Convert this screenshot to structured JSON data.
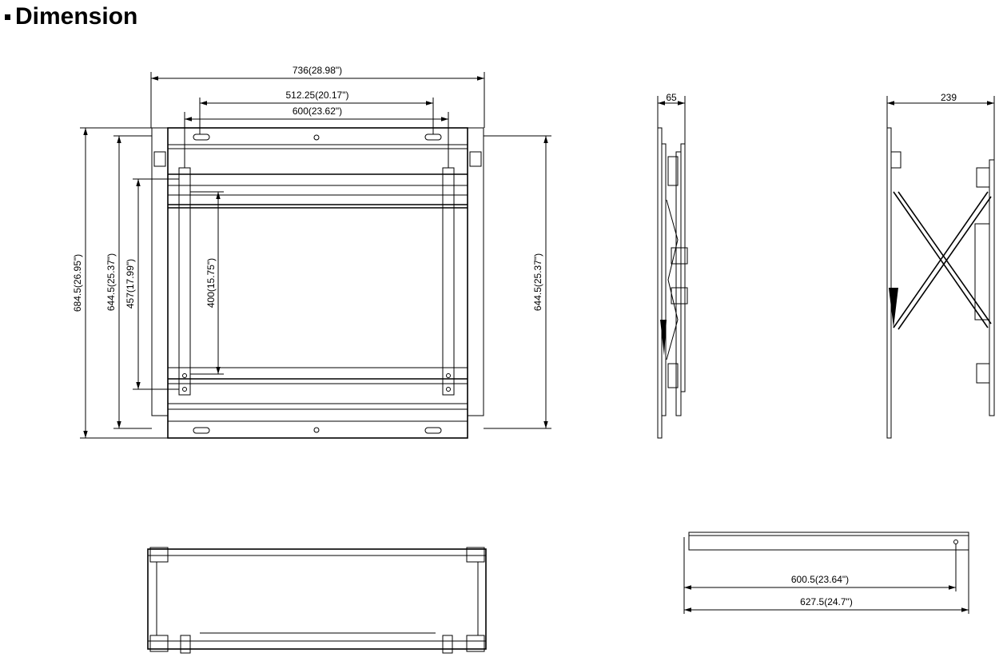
{
  "header": {
    "title": "Dimension"
  },
  "dims": {
    "overall_width": "736(28.98\")",
    "hole_span_outer": "512.25(20.17\")",
    "hole_span_inner": "600(23.62\")",
    "overall_height": "684.5(26.95\")",
    "frame_height_left": "644.5(25.37\")",
    "frame_height_right": "644.5(25.37\")",
    "mount_height": "457(17.99\")",
    "vesa_vertical": "400(15.75\")",
    "side_depth_closed": "65",
    "side_depth_open": "239",
    "bottom_inner": "600.5(23.64\")",
    "bottom_outer": "627.5(24.7\")"
  }
}
